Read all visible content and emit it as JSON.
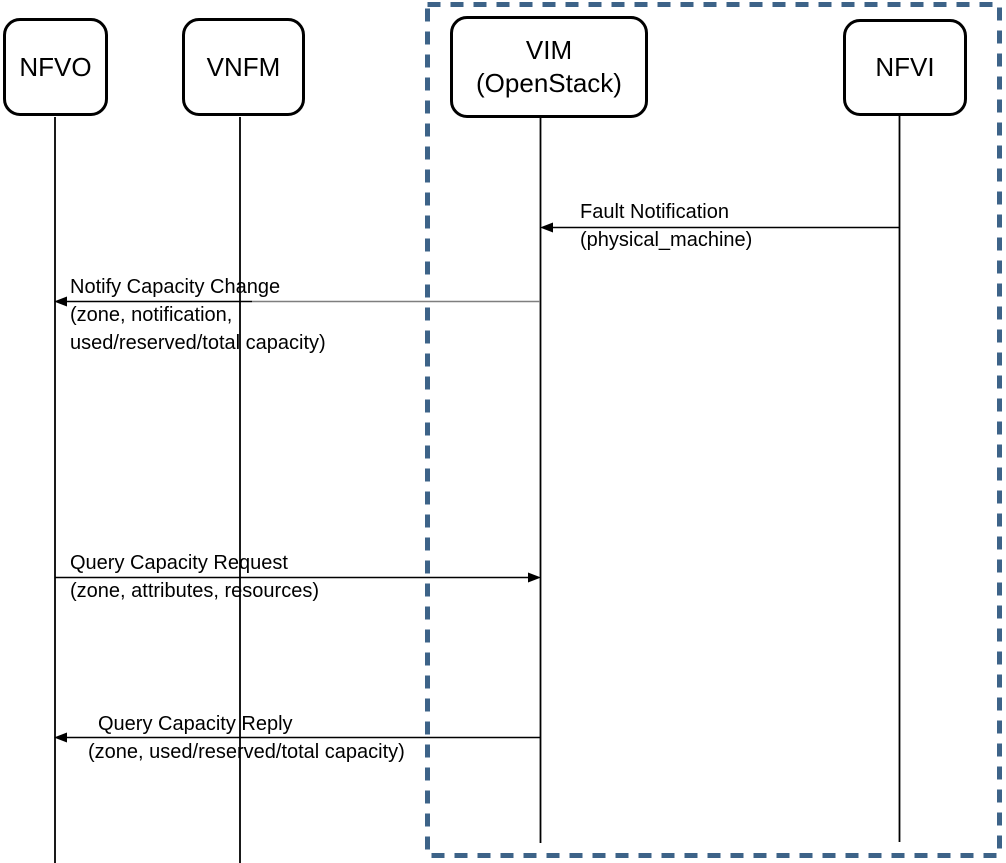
{
  "diagram": {
    "type": "sequence-diagram",
    "actors": [
      {
        "id": "nfvo",
        "label": "NFVO"
      },
      {
        "id": "vnfm",
        "label": "VNFM"
      },
      {
        "id": "vim",
        "label": "VIM",
        "sublabel": "(OpenStack)"
      },
      {
        "id": "nfvi",
        "label": "NFVI"
      }
    ],
    "boundary": {
      "encloses": [
        "VIM (OpenStack)",
        "NFVI"
      ],
      "style": "dashed",
      "color": "#3d6388"
    },
    "messages": [
      {
        "label": "Fault Notification",
        "param_lines": [
          "(physical_machine)"
        ],
        "from": "NFVI",
        "to": "VIM (OpenStack)",
        "direction": "left"
      },
      {
        "label": "Notify Capacity Change",
        "param_lines": [
          "(zone, notification,",
          "used/reserved/total capacity)"
        ],
        "from": "VIM (OpenStack)",
        "to": "NFVO",
        "direction": "left"
      },
      {
        "label": "Query Capacity Request",
        "param_lines": [
          "(zone, attributes, resources)"
        ],
        "from": "NFVO",
        "to": "VIM (OpenStack)",
        "direction": "right"
      },
      {
        "label": "Query Capacity Reply",
        "param_lines": [
          "(zone, used/reserved/total capacity)"
        ],
        "from": "VIM (OpenStack)",
        "to": "NFVO",
        "direction": "left"
      }
    ],
    "colors": {
      "dashed_boundary": "#3d6388",
      "lines": "#000000",
      "connector_gray": "#7f7f7f",
      "background": "#ffffff"
    }
  }
}
